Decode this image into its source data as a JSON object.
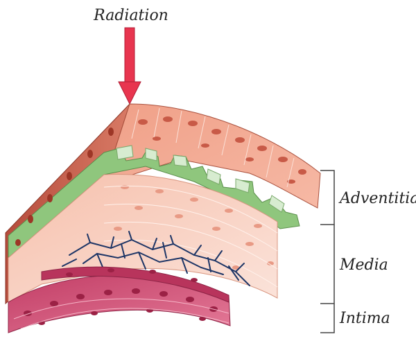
{
  "diagram": {
    "arrow_label": "Radiation",
    "layers": [
      {
        "key": "adventitia",
        "label": "Adventitia"
      },
      {
        "key": "media",
        "label": "Media"
      },
      {
        "key": "intima",
        "label": "Intima"
      }
    ]
  },
  "colors": {
    "arrow": "#e8354f",
    "bracket": "#444444",
    "label": "#222222",
    "outer_top": "#f2a690",
    "outer_side": "#c8604c",
    "green_band": "#8fc67d",
    "green_light": "#d7ecd0",
    "media_top": "#f7c8b6",
    "media_side": "#f5d5c9",
    "vessel_net": "#1d3566",
    "intima": "#d2547a",
    "intima_dark": "#8e2446",
    "nucleus": "#d06a5d",
    "nucleus_dark": "#9b2145"
  }
}
